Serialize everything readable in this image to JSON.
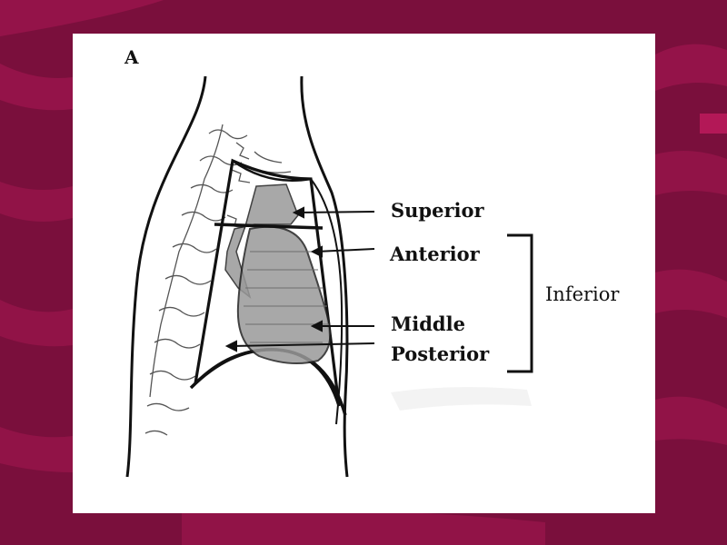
{
  "panel_letter": "A",
  "labels": {
    "superior": "Superior",
    "anterior": "Anterior",
    "inferior": "Inferior",
    "middle": "Middle",
    "posterior": "Posterior"
  },
  "colors": {
    "slide_background": "#7a0f3c",
    "background_stripe": "#a0164f",
    "panel": "#ffffff",
    "line": "#111111",
    "shading": "#9a9a9a"
  }
}
